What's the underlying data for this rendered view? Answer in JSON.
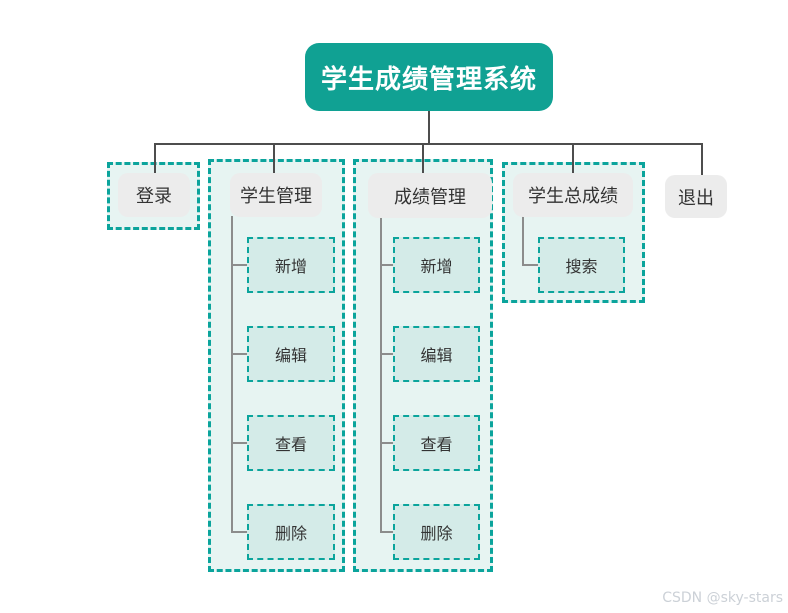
{
  "nodes": {
    "root": "学生成绩管理系统",
    "login": "登录",
    "student_mgmt": "学生管理",
    "grade_mgmt": "成绩管理",
    "total_grade": "学生总成绩",
    "exit": "退出",
    "student_children": [
      "新增",
      "编辑",
      "查看",
      "删除"
    ],
    "grade_children": [
      "新增",
      "编辑",
      "查看",
      "删除"
    ],
    "total_children": [
      "搜索"
    ]
  },
  "watermark": "CSDN @sky-stars",
  "colors": {
    "root_fill": "#10a193",
    "dashed_border": "#0ba49c",
    "group_fill": "#e7f4f2",
    "subnode_fill": "#d4ebe8",
    "header_fill": "#ececec",
    "trunk_line": "#4d4d4d",
    "branch_line": "#8c8c8c",
    "node_text": "#333333",
    "root_text": "#ffffff",
    "watermark_text": "#ccd1d7"
  }
}
